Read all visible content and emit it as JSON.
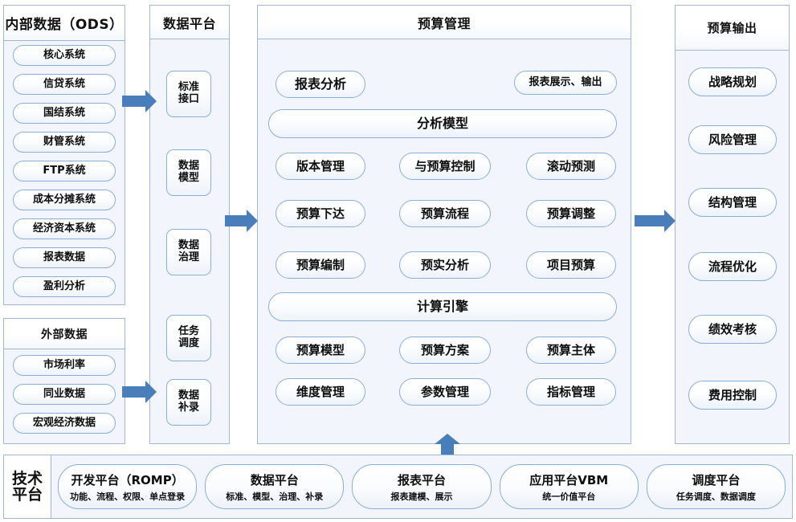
{
  "colors": {
    "arrow": "#4A7EBB",
    "panel_border": "#9FB8D8",
    "panel_fill": "#F2F5FB",
    "pill_border": "#8AAFD6"
  },
  "internal_data": {
    "title": "内部数据（ODS）",
    "items": [
      "核心系统",
      "信贷系统",
      "国结系统",
      "财管系统",
      "FTP系统",
      "成本分摊系统",
      "经济资本系统",
      "报表数据",
      "盈利分析"
    ]
  },
  "external_data": {
    "title": "外部数据",
    "items": [
      "市场利率",
      "同业数据",
      "宏观经济数据"
    ]
  },
  "data_platform": {
    "title": "数据平台",
    "items": [
      "标准\n接口",
      "数据\n模型",
      "数据\n治理",
      "任务\n调度",
      "数据\n补录"
    ]
  },
  "budget_management": {
    "title": "预算管理",
    "report_analysis": "报表分析",
    "report_output": "报表展示、输出",
    "analysis_model_bar": "分析模型",
    "analysis_grid": [
      [
        "版本管理",
        "与预算控制",
        "滚动预测"
      ],
      [
        "预算下达",
        "预算流程",
        "预算调整"
      ],
      [
        "预算编制",
        "预实分析",
        "项目预算"
      ]
    ],
    "calc_engine_bar": "计算引擎",
    "engine_grid": [
      [
        "预算模型",
        "预算方案",
        "预算主体"
      ],
      [
        "维度管理",
        "参数管理",
        "指标管理"
      ]
    ]
  },
  "budget_output": {
    "title": "预算输出",
    "items": [
      "战略规划",
      "风险管理",
      "结构管理",
      "流程优化",
      "绩效考核",
      "费用控制"
    ]
  },
  "tech_platform": {
    "label": "技术\n平台",
    "items": [
      {
        "title": "开发平台（ROMP）",
        "subtitle": "功能、流程、权限、单点登录"
      },
      {
        "title": "数据平台",
        "subtitle": "标准、模型、治理、补录"
      },
      {
        "title": "报表平台",
        "subtitle": "报表建模、展示"
      },
      {
        "title": "应用平台VBM",
        "subtitle": "统一价值平台"
      },
      {
        "title": "调度平台",
        "subtitle": "任务调度、数据调度"
      }
    ]
  },
  "arrows": {
    "ods_to_platform": "arrow-right-icon",
    "external_to_platform": "arrow-right-icon",
    "platform_to_budget": "arrow-right-icon",
    "budget_to_output": "arrow-right-icon",
    "tech_to_budget": "arrow-up-icon"
  }
}
